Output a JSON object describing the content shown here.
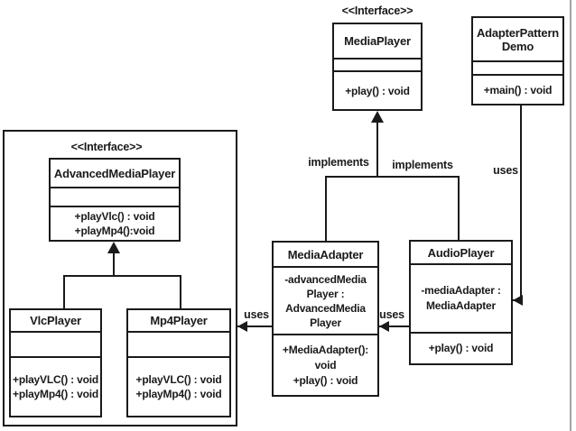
{
  "labels": {
    "interface_stereotype": "<<Interface>>",
    "implements_left": "implements",
    "implements_right": "implements",
    "uses_demo": "uses",
    "uses_audio_to_adapter": "uses",
    "uses_adapter_to_frame": "uses"
  },
  "classes": {
    "media_player": {
      "name": "MediaPlayer",
      "methods": [
        "+play() : void"
      ]
    },
    "adapter_pattern_demo": {
      "name_lines": [
        "AdapterPattern",
        "Demo"
      ],
      "methods": [
        "+main() : void"
      ]
    },
    "advanced_media_player": {
      "name": "AdvancedMediaPlayer",
      "methods": [
        "+playVlc() : void",
        "+playMp4():void"
      ]
    },
    "vlc_player": {
      "name": "VlcPlayer",
      "methods": [
        "+playVLC() : void",
        "+playMp4() : void"
      ]
    },
    "mp4_player": {
      "name": "Mp4Player",
      "methods": [
        "+playVLC() : void",
        "+playMp4() : void"
      ]
    },
    "media_adapter": {
      "name": "MediaAdapter",
      "attribute_lines": [
        "-advancedMedia",
        "Player :",
        "AdvancedMedia",
        "Player"
      ],
      "method_lines": [
        "+MediaAdapter():",
        "void",
        "+play() : void"
      ]
    },
    "audio_player": {
      "name": "AudioPlayer",
      "attribute_lines": [
        "-mediaAdapter :",
        "MediaAdapter"
      ],
      "method_lines": [
        "+play() : void"
      ]
    }
  },
  "colors": {
    "line": "#1a1a1a",
    "background": "#ffffff",
    "page_edge": "#a3a3a3"
  }
}
